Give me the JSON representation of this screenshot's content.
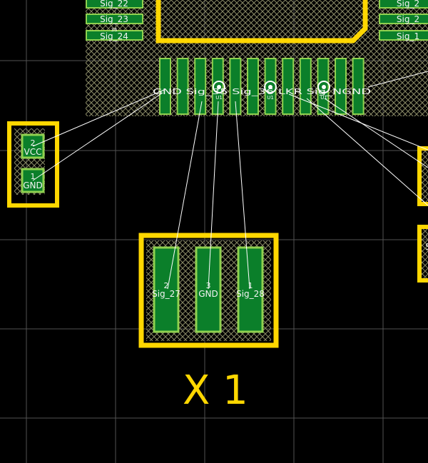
{
  "colors": {
    "background": "#000000",
    "grid": "#6e6e6e",
    "silkscreen": "#ffd700",
    "copper": "#0b7f2a",
    "copper_edge": "#8fd14f",
    "hatch": "#8a8a66",
    "ratsnest": "#ffffff"
  },
  "ic_left_pads": [
    {
      "label": "Sig_22"
    },
    {
      "label": "Sig_23"
    },
    {
      "num": "36",
      "label": "Sig_24"
    }
  ],
  "ic_right_pads": [
    {
      "label": "Sig_2"
    },
    {
      "label": "Sig_2"
    },
    {
      "label": "Sig_1"
    }
  ],
  "ic_bottom_text": "GND Sig_35 Sig_36 LKR Sig_NGND",
  "vias": [
    {
      "label": "U1"
    },
    {
      "label": "U1"
    },
    {
      "label": "U1"
    }
  ],
  "connector_2pin": {
    "pins": [
      {
        "num": "2",
        "label": "VCC"
      },
      {
        "num": "1",
        "label": "GND"
      }
    ]
  },
  "connector_x1": {
    "ref": "X 1",
    "pins": [
      {
        "num": "2",
        "label": "Sig_27"
      },
      {
        "num": "3",
        "label": "GND"
      },
      {
        "num": "1",
        "label": "Sig_28"
      }
    ]
  },
  "right_edge_pad_text": "S"
}
